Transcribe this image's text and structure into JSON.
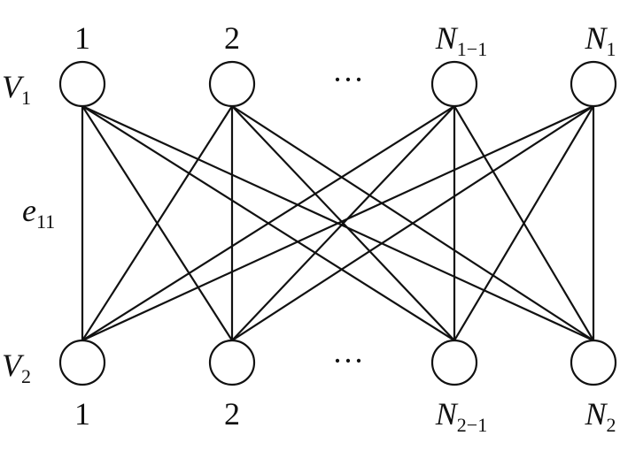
{
  "diagram": {
    "type": "complete bipartite graph",
    "top_set": {
      "name": "V",
      "sub": "1"
    },
    "bottom_set": {
      "name": "V",
      "sub": "2"
    },
    "edge_label": {
      "name": "e",
      "sub": "11"
    },
    "top_nodes": [
      {
        "main": "1",
        "sub": ""
      },
      {
        "main": "2",
        "sub": ""
      },
      {
        "main": "N",
        "sub": "1−1"
      },
      {
        "main": "N",
        "sub": "1"
      }
    ],
    "bottom_nodes": [
      {
        "main": "1",
        "sub": ""
      },
      {
        "main": "2",
        "sub": ""
      },
      {
        "main": "N",
        "sub": "2−1"
      },
      {
        "main": "N",
        "sub": "2"
      }
    ],
    "ellipsis": "···",
    "line_color": "#111111"
  }
}
